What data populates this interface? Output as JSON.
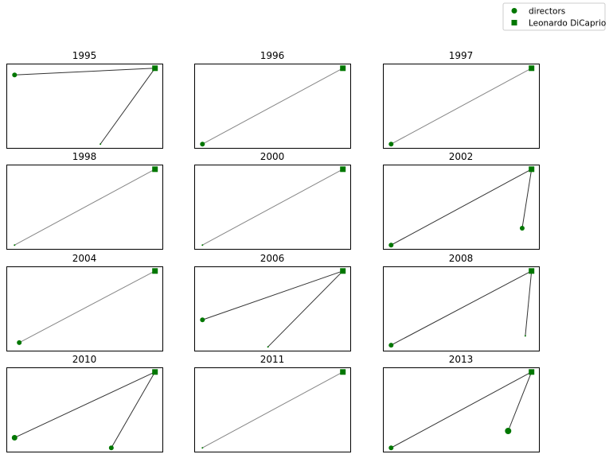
{
  "legend": {
    "items": [
      {
        "label": "directors",
        "marker": "circle"
      },
      {
        "label": "Leonardo DiCaprio",
        "marker": "square"
      }
    ],
    "position": "top-right"
  },
  "colors": {
    "node": "#007700",
    "edge": "#333333"
  },
  "chart_data": [
    {
      "type": "network",
      "title": "1995",
      "dicaprio": [
        0.95,
        0.95
      ],
      "directors": [
        {
          "pos": [
            0.05,
            0.87
          ],
          "size": 5,
          "weight": 2
        },
        {
          "pos": [
            0.6,
            0.05
          ],
          "size": 1,
          "weight": 2
        }
      ]
    },
    {
      "type": "network",
      "title": "1996",
      "dicaprio": [
        0.95,
        0.95
      ],
      "directors": [
        {
          "pos": [
            0.05,
            0.05
          ],
          "size": 5,
          "weight": 1
        }
      ]
    },
    {
      "type": "network",
      "title": "1997",
      "dicaprio": [
        0.95,
        0.95
      ],
      "directors": [
        {
          "pos": [
            0.05,
            0.05
          ],
          "size": 5,
          "weight": 1
        }
      ]
    },
    {
      "type": "network",
      "title": "1998",
      "dicaprio": [
        0.95,
        0.95
      ],
      "directors": [
        {
          "pos": [
            0.05,
            0.05
          ],
          "size": 1,
          "weight": 1
        }
      ]
    },
    {
      "type": "network",
      "title": "2000",
      "dicaprio": [
        0.95,
        0.95
      ],
      "directors": [
        {
          "pos": [
            0.05,
            0.05
          ],
          "size": 1,
          "weight": 1
        }
      ]
    },
    {
      "type": "network",
      "title": "2002",
      "dicaprio": [
        0.95,
        0.95
      ],
      "directors": [
        {
          "pos": [
            0.05,
            0.05
          ],
          "size": 5,
          "weight": 2
        },
        {
          "pos": [
            0.89,
            0.25
          ],
          "size": 5,
          "weight": 2
        }
      ]
    },
    {
      "type": "network",
      "title": "2004",
      "dicaprio": [
        0.95,
        0.95
      ],
      "directors": [
        {
          "pos": [
            0.08,
            0.1
          ],
          "size": 5,
          "weight": 1
        }
      ]
    },
    {
      "type": "network",
      "title": "2006",
      "dicaprio": [
        0.95,
        0.95
      ],
      "directors": [
        {
          "pos": [
            0.05,
            0.37
          ],
          "size": 5,
          "weight": 2
        },
        {
          "pos": [
            0.47,
            0.05
          ],
          "size": 1,
          "weight": 2
        }
      ]
    },
    {
      "type": "network",
      "title": "2008",
      "dicaprio": [
        0.95,
        0.95
      ],
      "directors": [
        {
          "pos": [
            0.05,
            0.07
          ],
          "size": 5,
          "weight": 2
        },
        {
          "pos": [
            0.91,
            0.18
          ],
          "size": 1,
          "weight": 2
        }
      ]
    },
    {
      "type": "network",
      "title": "2010",
      "dicaprio": [
        0.95,
        0.95
      ],
      "directors": [
        {
          "pos": [
            0.05,
            0.17
          ],
          "size": 6,
          "weight": 2
        },
        {
          "pos": [
            0.67,
            0.05
          ],
          "size": 5,
          "weight": 2
        }
      ]
    },
    {
      "type": "network",
      "title": "2011",
      "dicaprio": [
        0.95,
        0.95
      ],
      "directors": [
        {
          "pos": [
            0.05,
            0.05
          ],
          "size": 1,
          "weight": 1
        }
      ]
    },
    {
      "type": "network",
      "title": "2013",
      "dicaprio": [
        0.95,
        0.95
      ],
      "directors": [
        {
          "pos": [
            0.05,
            0.05
          ],
          "size": 5,
          "weight": 2
        },
        {
          "pos": [
            0.8,
            0.25
          ],
          "size": 7,
          "weight": 2
        }
      ]
    }
  ]
}
